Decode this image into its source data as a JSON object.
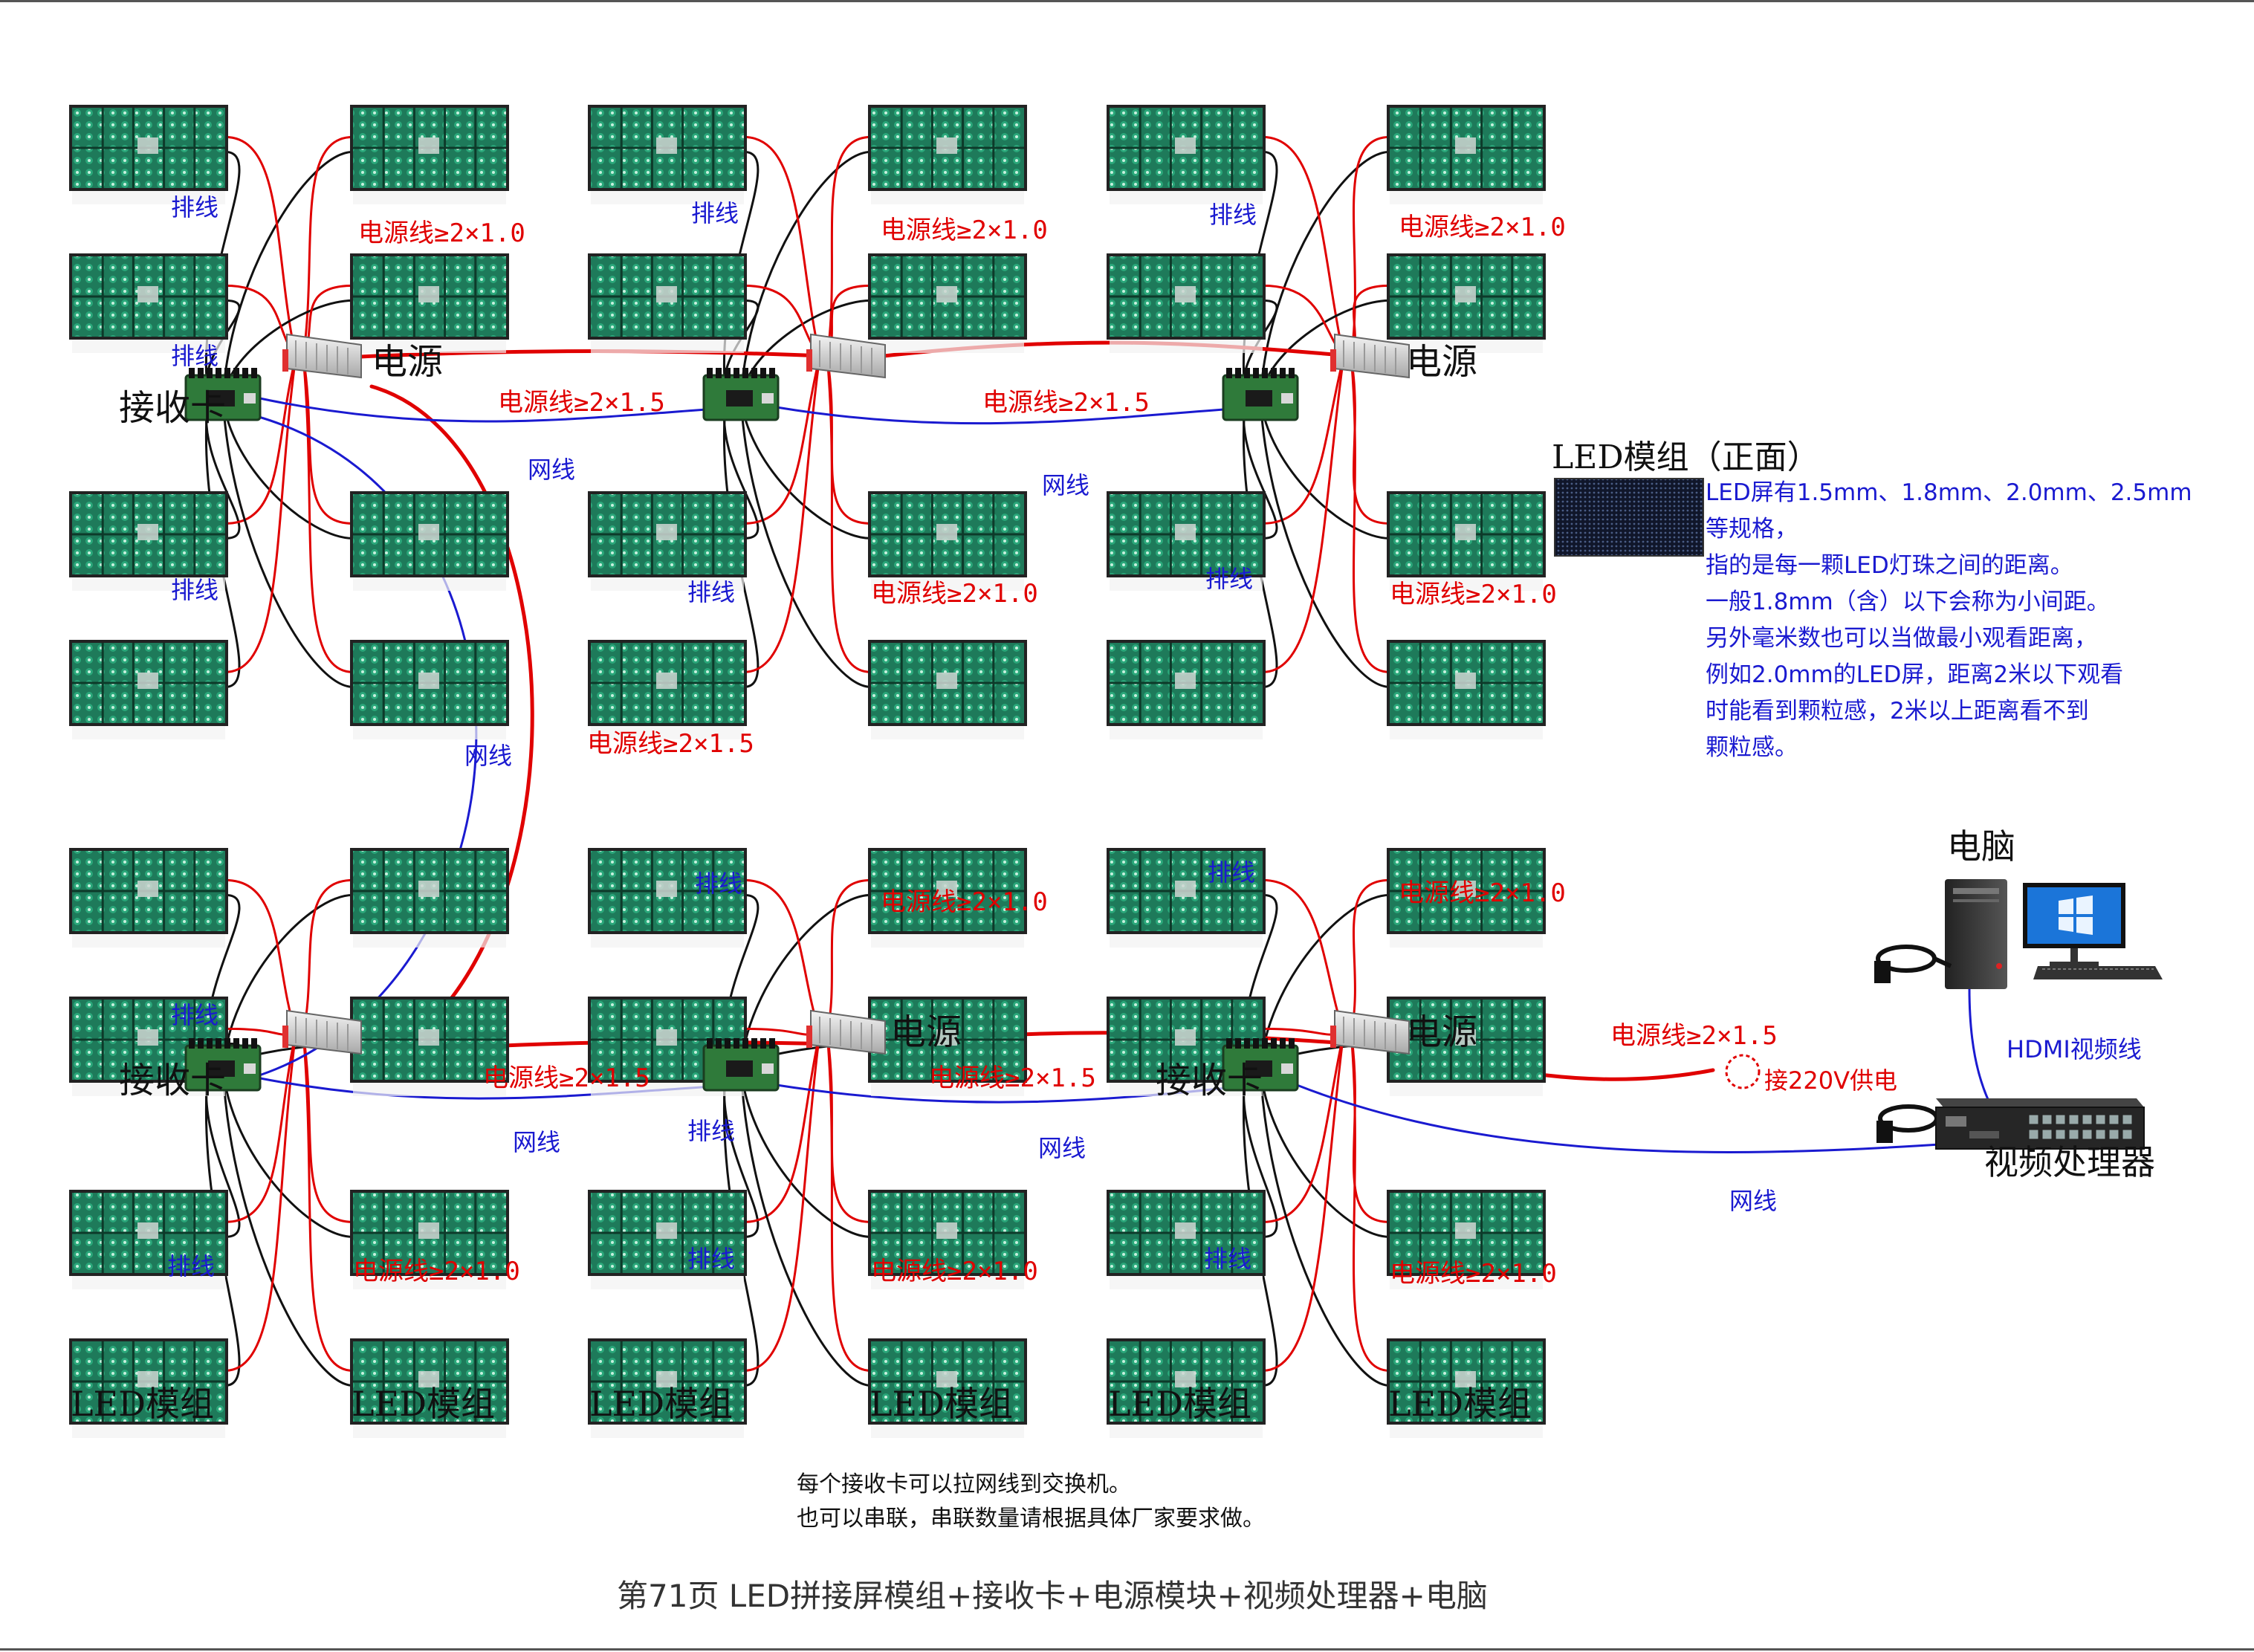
{
  "texts": {
    "led_module": "LED模组",
    "receiver": "接收卡",
    "power": "电源",
    "ribbon": "排线",
    "net": "网线",
    "pw10": "电源线≥2×1.0",
    "pw15": "电源线≥2×1.5",
    "mains": "接220V供电",
    "pc": "电脑",
    "hdmi": "HDMI视频线",
    "processor": "视频处理器",
    "led_front": "LED模组（正面）"
  },
  "info_lines": [
    "LED屏有1.5mm、1.8mm、2.0mm、2.5mm",
    "等规格，",
    "指的是每一颗LED灯珠之间的距离。",
    "一般1.8mm（含）以下会称为小间距。",
    "另外毫米数也可以当做最小观看距离，",
    "例如2.0mm的LED屏，距离2米以下观看",
    "时能看到颗粒感，2米以上距离看不到",
    "颗粒感。"
  ],
  "notes": [
    "每个接收卡可以拉网线到交换机。",
    "也可以串联，串联数量请根据具体厂家要求做。"
  ],
  "footer": "第71页  LED拼接屏模组+接收卡+电源模块+视频处理器+电脑",
  "colors": {
    "power_wire": "#e00000",
    "net_wire": "#1a1ad0",
    "ribbon_wire": "#111111",
    "label_red": "#e00000",
    "label_blue": "#1a1ad0",
    "module_green": "#1e7a5a",
    "module_frame": "#222222"
  }
}
